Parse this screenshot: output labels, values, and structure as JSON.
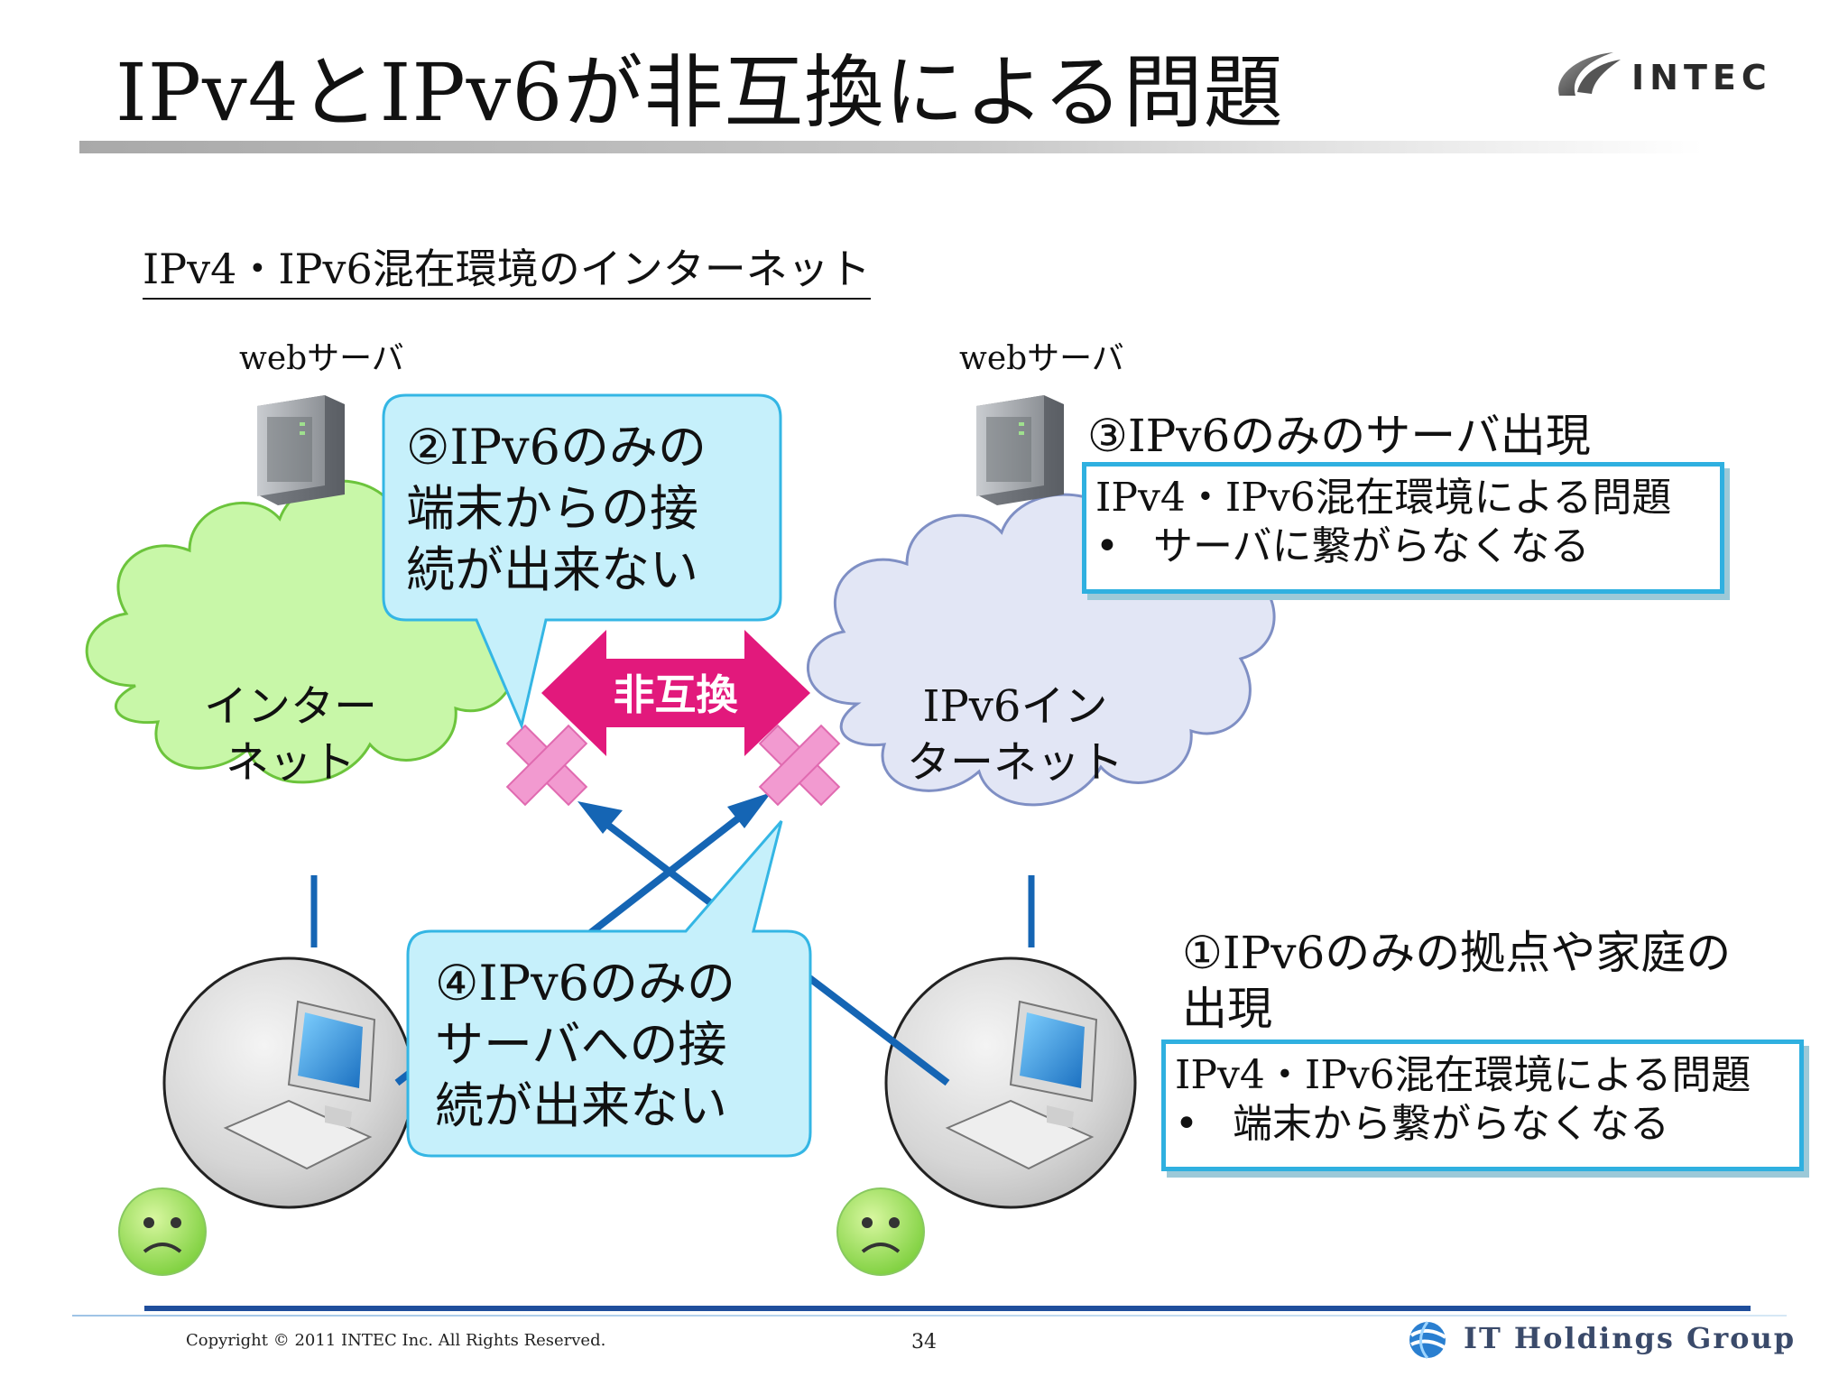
{
  "title": "IPv4とIPv6が非互換による問題",
  "logo": {
    "text": "INTEC",
    "icon": "intec-swoosh-logo"
  },
  "subtitle": "IPv4・IPv6混在環境のインターネット",
  "servers": {
    "left_label": "webサーバ",
    "right_label": "webサーバ"
  },
  "clouds": {
    "ipv4": {
      "line1": "インター",
      "line2": "ネット"
    },
    "ipv6": {
      "line1": "IPv6イン",
      "line2": "ターネット"
    }
  },
  "incompatible_label": "非互換",
  "callout_2": {
    "line1": "②IPv6のみの",
    "line2": "端末からの接",
    "line3": "続が出来ない"
  },
  "callout_4": {
    "line1": "④IPv6のみの",
    "line2": "サーバへの接",
    "line3": "続が出来ない"
  },
  "heading_3": "③IPv6のみのサーバ出現",
  "note_3": {
    "line1": "IPv4・IPv6混在環境による問題",
    "bullet": "•",
    "line2": "サーバに繋がらなくなる"
  },
  "heading_1": {
    "line1": "①IPv6のみの拠点や家庭の",
    "line2": "出現"
  },
  "note_1": {
    "line1": "IPv4・IPv6混在環境による問題",
    "bullet": "•",
    "line2": "端末から繋がらなくなる"
  },
  "footer": {
    "copyright": "Copyright © 2011 INTEC Inc. All Rights Reserved.",
    "page": "34",
    "group": "IT Holdings Group"
  },
  "colors": {
    "ipv4_cloud": "#c8f7a8",
    "ipv6_cloud": "#e2e6f5",
    "callout_fill": "#c6f0fb",
    "callout_border": "#34b6e4",
    "arrow_magenta": "#e2197c",
    "cross_pink": "#f29ad0",
    "link_blue": "#1565b4",
    "note_border": "#2fb0e0"
  }
}
